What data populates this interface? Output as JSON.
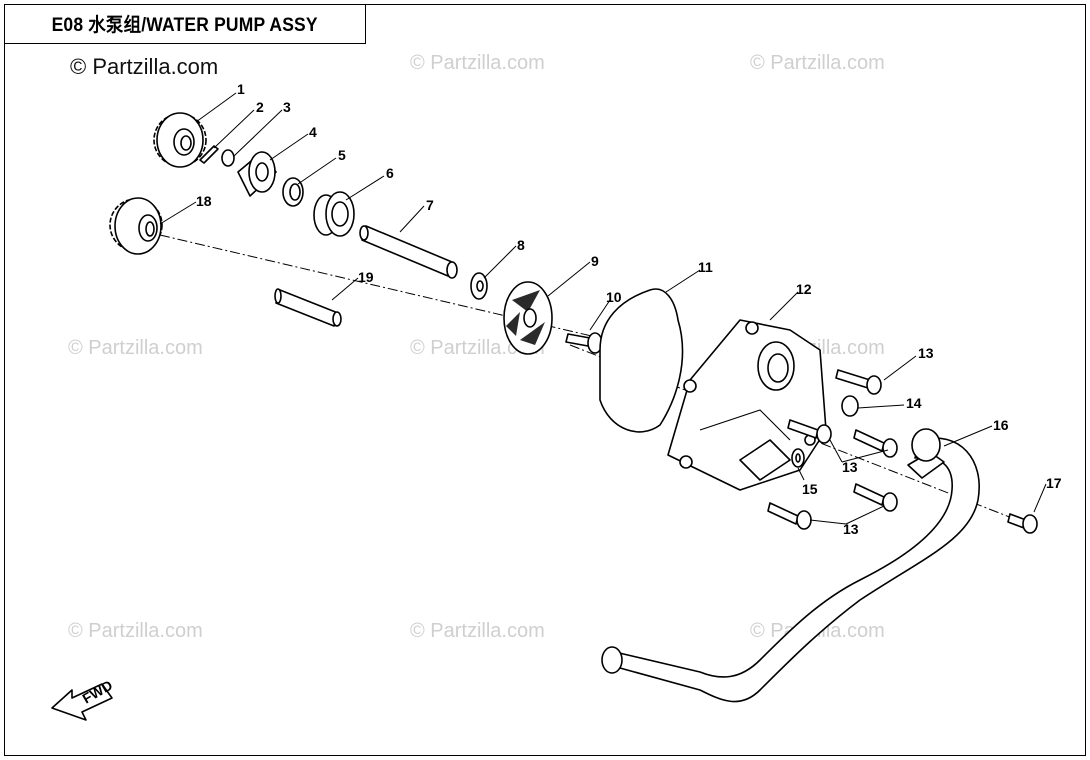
{
  "header": {
    "title": "E08 水泵组/WATER PUMP ASSY"
  },
  "copyright": "© Partzilla.com",
  "watermark_text": "© Partzilla.com",
  "fwd_label": "FWD",
  "callouts": [
    "1",
    "2",
    "3",
    "4",
    "5",
    "6",
    "7",
    "8",
    "9",
    "10",
    "11",
    "12",
    "13",
    "13",
    "13",
    "14",
    "15",
    "16",
    "17",
    "18",
    "19"
  ]
}
